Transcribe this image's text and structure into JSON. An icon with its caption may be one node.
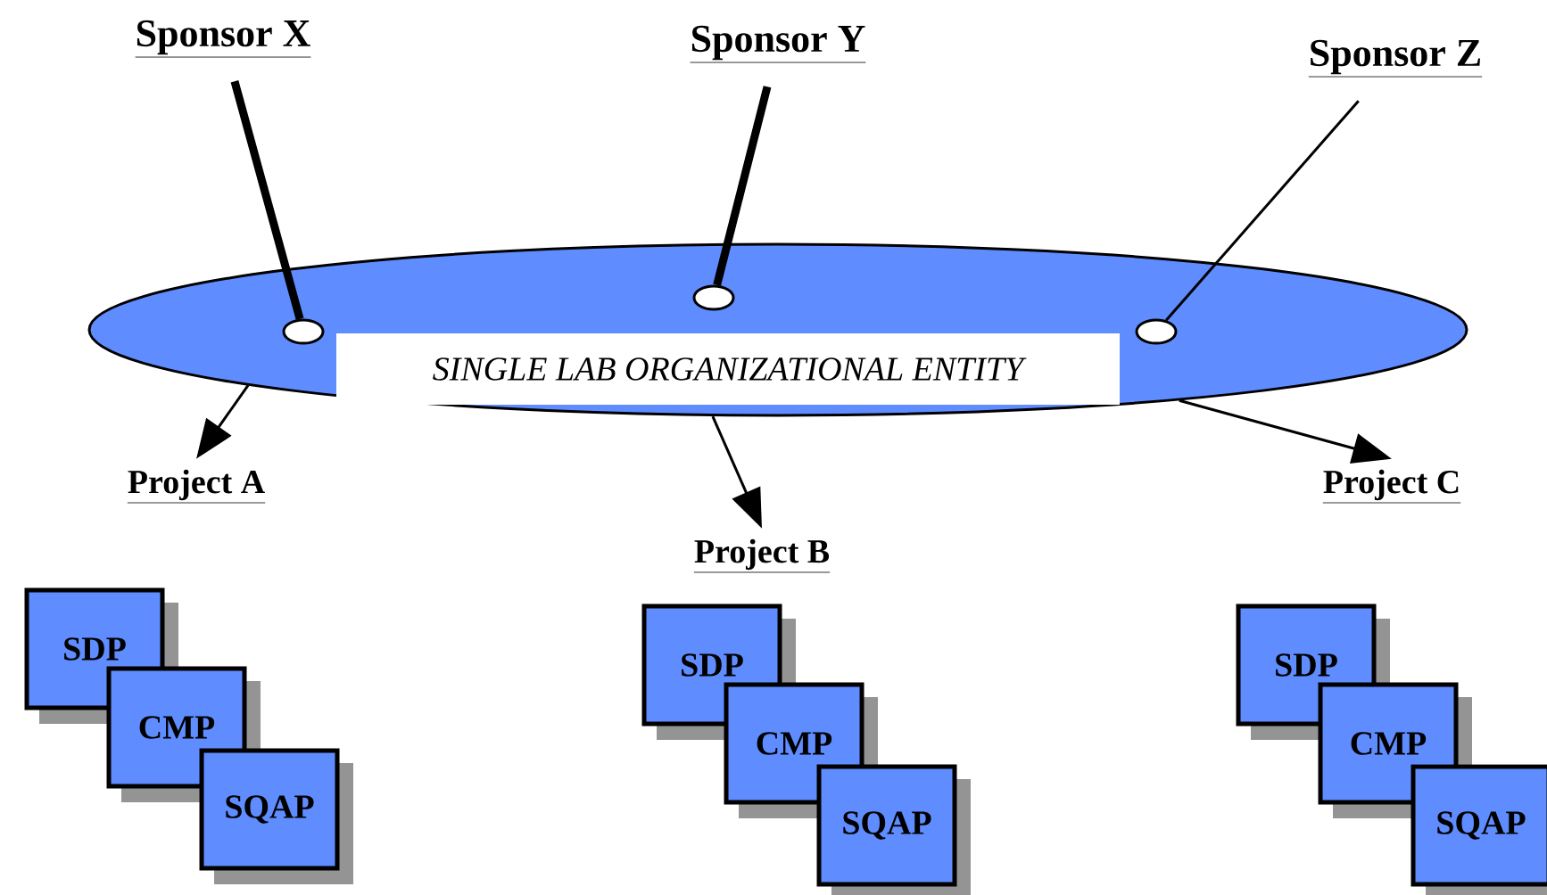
{
  "diagram": {
    "nodes": [
      {
        "text": [
          "SINGLE LAB ORGANIZATIONAL ENTITY"
        ]
      },
      {
        "text": [
          "Sponsor X"
        ]
      },
      {
        "text": [
          "Sponsor Y"
        ]
      },
      {
        "text": [
          "Sponsor Z"
        ]
      },
      {
        "text": [],
        "shape": "circle",
        "in": 0
      },
      {
        "text": [],
        "shape": "circle",
        "in": 0
      },
      {
        "text": [],
        "shape": "circle",
        "in": 0
      },
      {
        "text": [
          "Project A"
        ]
      },
      {
        "text": [
          "Project B"
        ]
      },
      {
        "text": [
          "Project C"
        ]
      },
      {
        "text": [
          "SDP"
        ]
      },
      {
        "text": [
          "CMP"
        ]
      },
      {
        "text": [
          "SQAP"
        ]
      },
      {
        "text": [
          "SDP"
        ]
      },
      {
        "text": [
          "CMP"
        ]
      },
      {
        "text": [
          "SQAP"
        ]
      },
      {
        "text": [
          "SDP"
        ]
      },
      {
        "text": [
          "CMP"
        ]
      },
      {
        "text": [
          "SQAP"
        ]
      }
    ],
    "edges": [
      {
        "from": 1,
        "to": 4,
        "arrow": "none",
        "style": "thick"
      },
      {
        "from": 2,
        "to": 5,
        "arrow": "none",
        "style": "thick"
      },
      {
        "from": 3,
        "to": 6,
        "arrow": "none"
      },
      {
        "from": 0,
        "to": 7,
        "arrow": "to"
      },
      {
        "from": 0,
        "to": 8,
        "arrow": "to"
      },
      {
        "from": 0,
        "to": 9,
        "arrow": "to"
      }
    ]
  }
}
